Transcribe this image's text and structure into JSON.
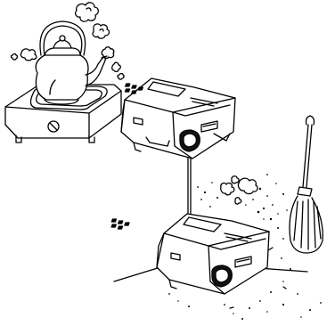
{
  "illustration": {
    "ink_color": "#000000",
    "fill_color": "#ffffff",
    "shade_color": "#222222",
    "items": [
      {
        "id": "kettle",
        "icon": "kettle-icon"
      },
      {
        "id": "hot-plate",
        "icon": "hot-plate-icon"
      },
      {
        "id": "steam",
        "icon": "steam-cloud-icon"
      },
      {
        "id": "projector-upper",
        "icon": "projector-icon"
      },
      {
        "id": "projector-lower",
        "icon": "projector-icon"
      },
      {
        "id": "broom",
        "icon": "broom-icon"
      },
      {
        "id": "dust",
        "icon": "dust-particles-icon"
      },
      {
        "id": "mounting-pole",
        "icon": "pole-icon"
      }
    ]
  }
}
